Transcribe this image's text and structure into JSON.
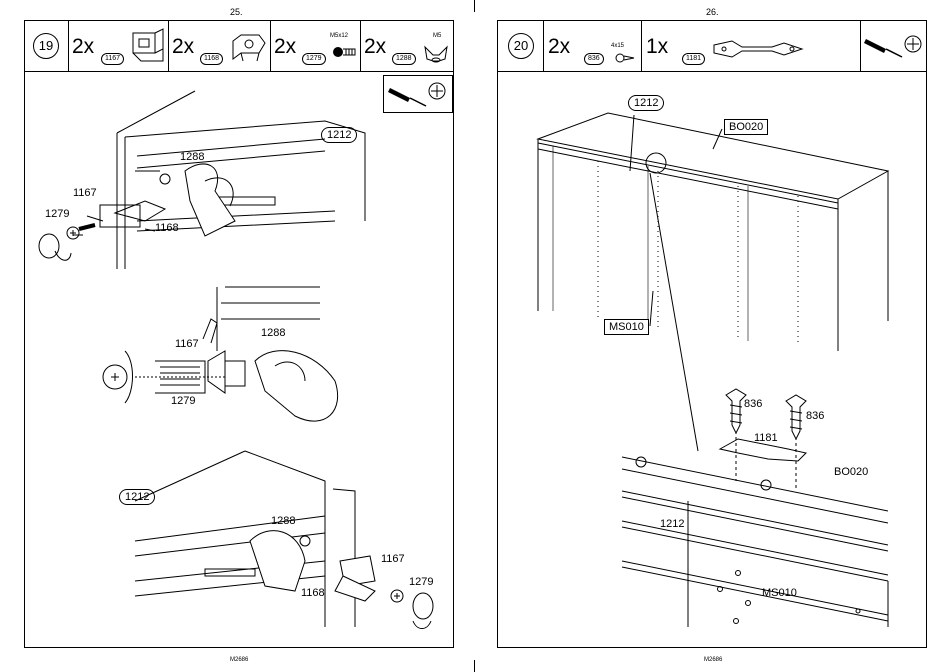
{
  "page_numbers": {
    "left": "25.",
    "right": "26."
  },
  "footer_code": "M2686",
  "step19": {
    "number": "19",
    "parts": [
      {
        "qty": "2x",
        "code": "1167"
      },
      {
        "qty": "2x",
        "code": "1168"
      },
      {
        "qty": "2x",
        "code": "1279",
        "spec": "M5x12"
      },
      {
        "qty": "2x",
        "code": "1288",
        "spec": "M5"
      }
    ],
    "tools": [
      "screwdriver-icon",
      "phillips-icon"
    ],
    "diagram1": {
      "panel": "1212",
      "labels": [
        "1288",
        "1167",
        "1279",
        "1168"
      ]
    },
    "diagram2": {
      "labels": [
        "1167",
        "1288",
        "1279"
      ]
    },
    "diagram3": {
      "panel": "1212",
      "labels": [
        "1288",
        "1167",
        "1279",
        "1168"
      ]
    }
  },
  "step20": {
    "number": "20",
    "parts": [
      {
        "qty": "2x",
        "code": "836",
        "spec": "4x15"
      },
      {
        "qty": "1x",
        "code": "1181"
      }
    ],
    "tools": [
      "screwdriver-icon",
      "phillips-icon"
    ],
    "cabinet": {
      "rail": "1212",
      "top": "BO020",
      "side": "MS010"
    },
    "detail": {
      "screw_a": "836",
      "screw_b": "836",
      "bracket": "1181",
      "top": "BO020",
      "rail": "1212",
      "side": "MS010"
    }
  }
}
